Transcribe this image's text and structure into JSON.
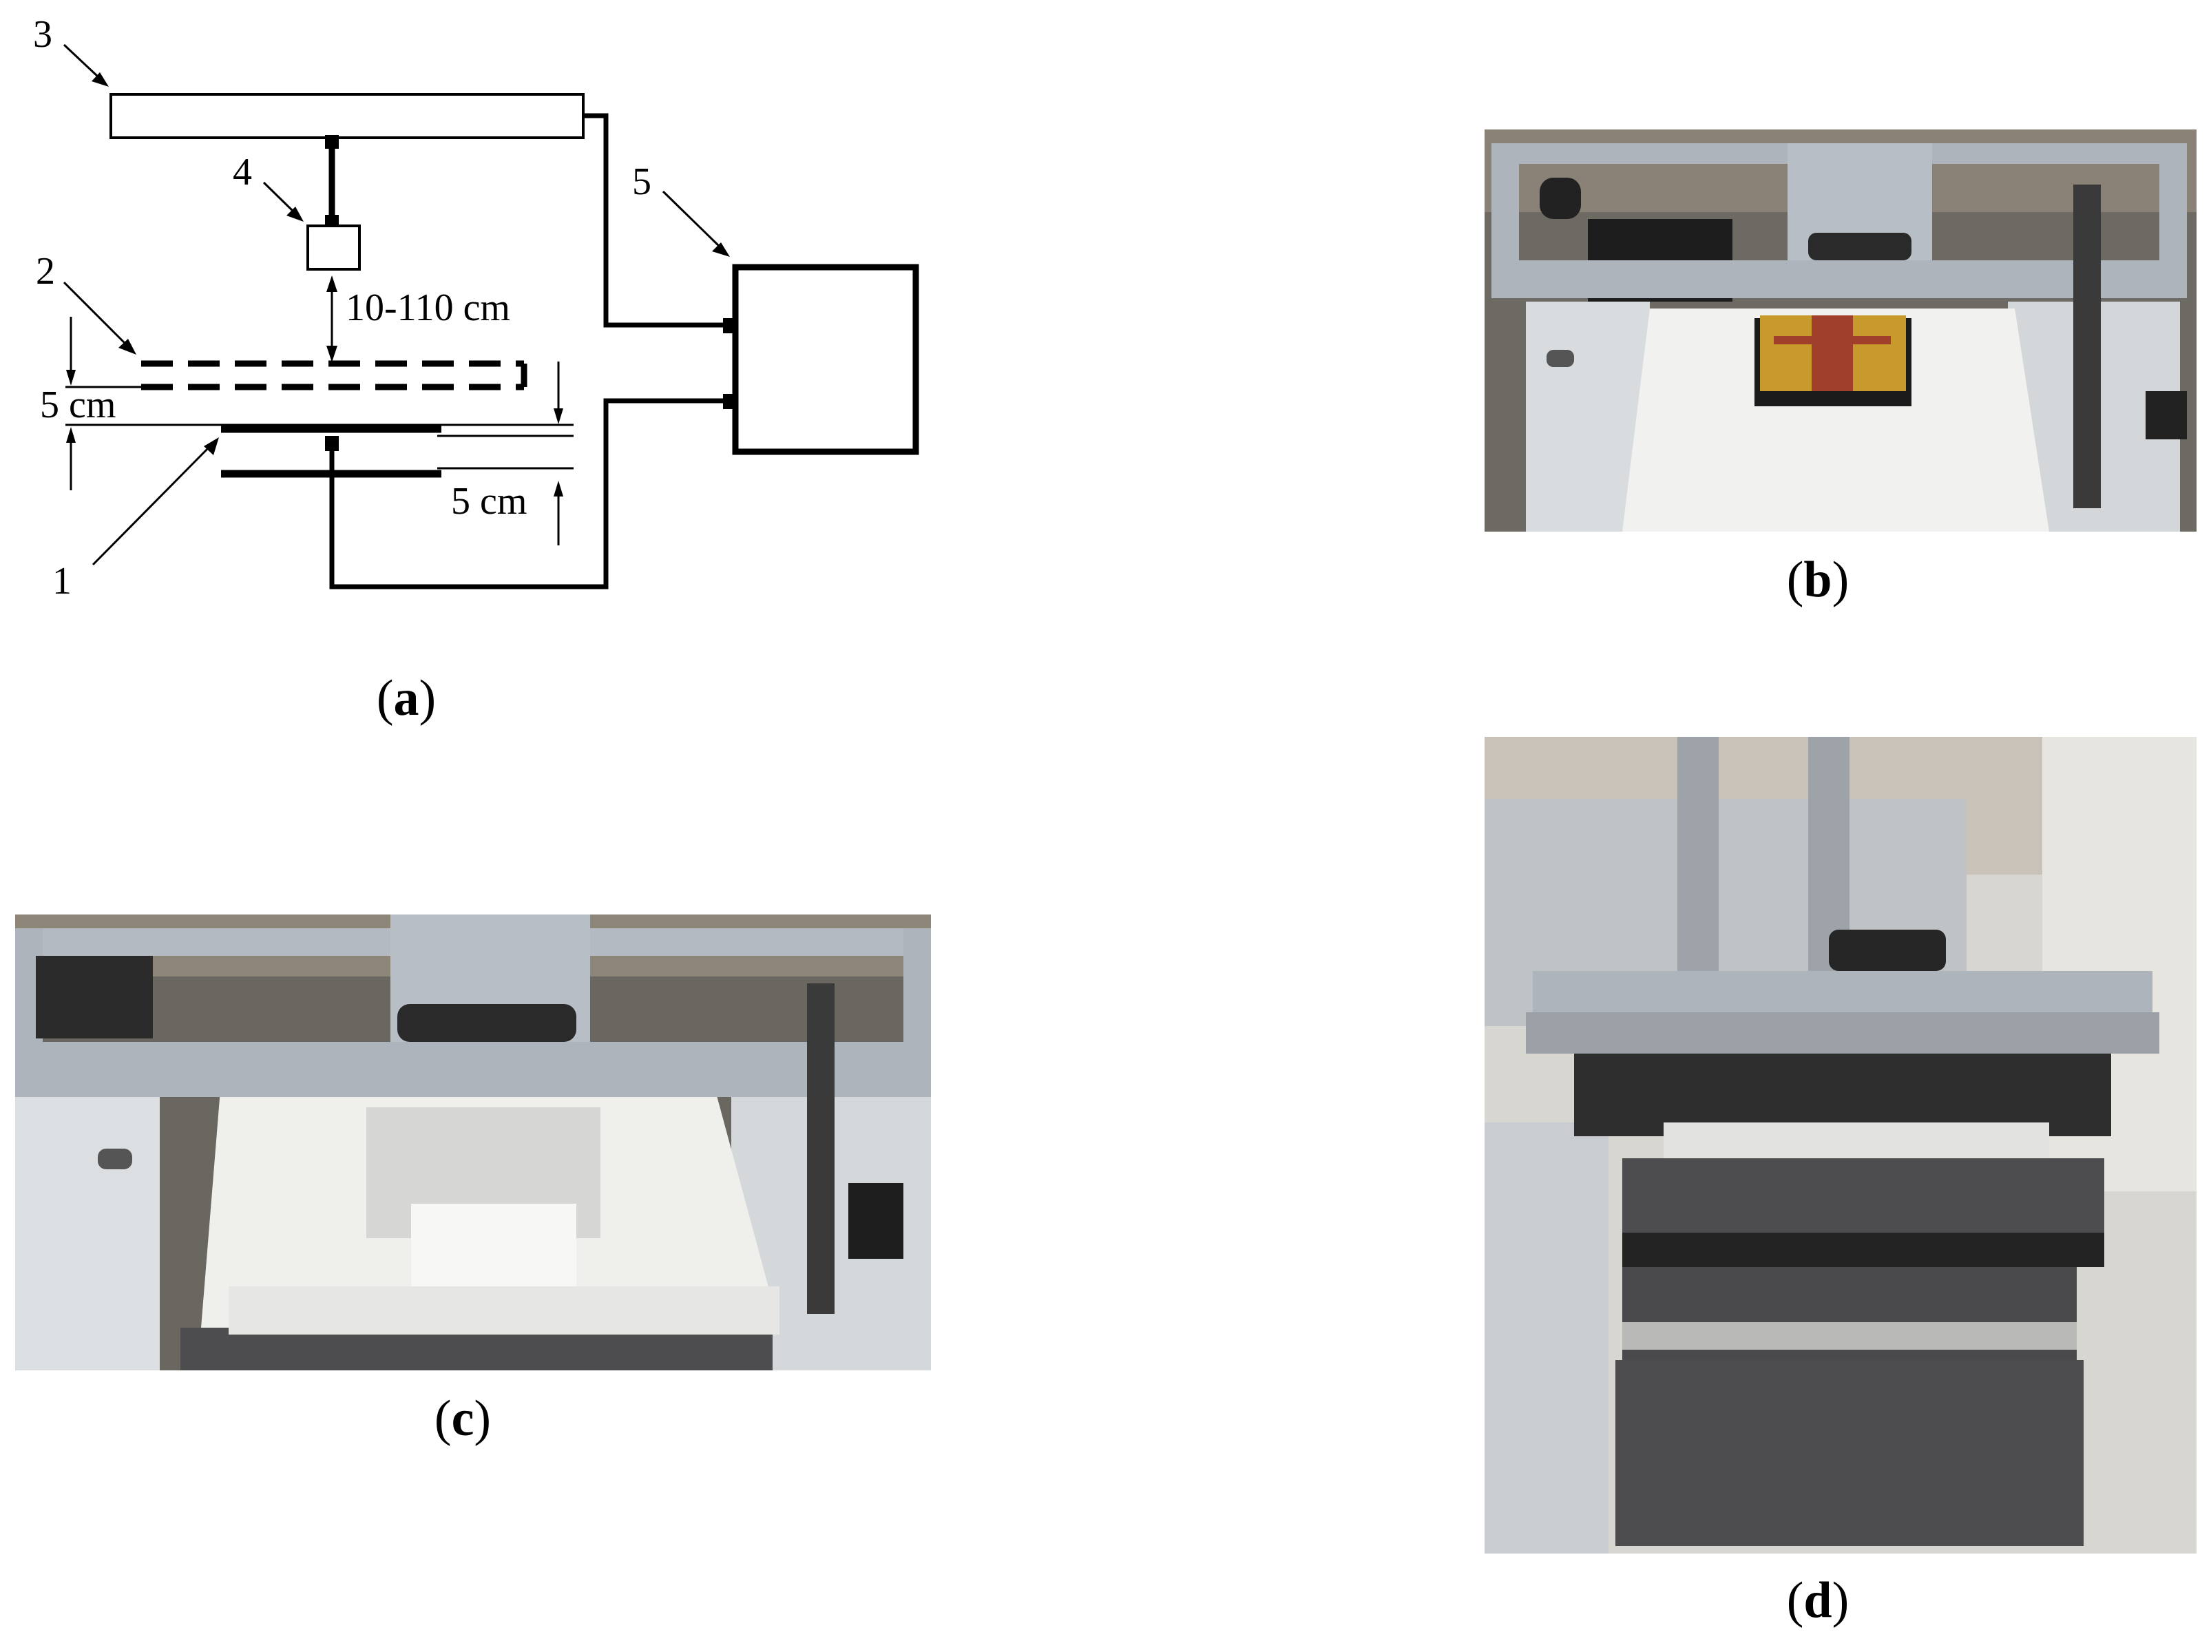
{
  "diagram": {
    "labels": {
      "n1": "1",
      "n2": "2",
      "n3": "3",
      "n4": "4",
      "n5": "5"
    },
    "dimensions": {
      "height_range": "10-110 cm",
      "gap_left": "5 cm",
      "gap_right": "5 cm"
    }
  },
  "captions": {
    "a": "a",
    "b": "b",
    "c": "c",
    "d": "d"
  },
  "colors": {
    "line": "#000000",
    "frame_grey": "#aeb4bb",
    "foam_white": "#f1f1ef",
    "foam_dark": "#4d4d4f",
    "pcb_gold": "#c89a2c",
    "pcb_red": "#a0402c"
  }
}
